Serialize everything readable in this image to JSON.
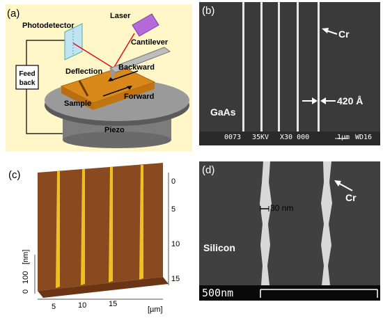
{
  "panels": {
    "a": {
      "label": "(a)",
      "photodetector": "Photodetector",
      "laser": "Laser",
      "cantilever": "Cantilever",
      "feedback_line1": "Feed",
      "feedback_line2": "back",
      "deflection": "Deflection",
      "backward": "Backward",
      "forward": "Forward",
      "sample": "Sample",
      "piezo": "Piezo"
    },
    "b": {
      "label": "(b)",
      "material": "GaAs",
      "metal": "Cr",
      "width": "420 Å",
      "databar": [
        "0073",
        "35KV",
        "X30 000",
        "1µm",
        "WD16"
      ]
    },
    "c": {
      "label": "(c)",
      "y_ticks": [
        "0",
        "5",
        "10",
        "15"
      ],
      "y_unit": "[µm]",
      "x_ticks": [
        "5",
        "10",
        "15"
      ],
      "x_unit": "[µm]",
      "z_ticks": [
        "0",
        "100"
      ],
      "z_unit": "[nm]"
    },
    "d": {
      "label": "(d)",
      "material": "Silicon",
      "metal": "Cr",
      "width": "30 nm",
      "scalebar": "500nm"
    }
  },
  "colors": {
    "sem_bg": "#3a3a3a",
    "line": "#e6e6e6",
    "afm_ridge": "#f0c020",
    "afm_surface": "#8a4a20",
    "panel_a_bg": "#fff7c8",
    "sample_orange": "#d9891a",
    "piezo_gray": "#8a8a8a"
  }
}
